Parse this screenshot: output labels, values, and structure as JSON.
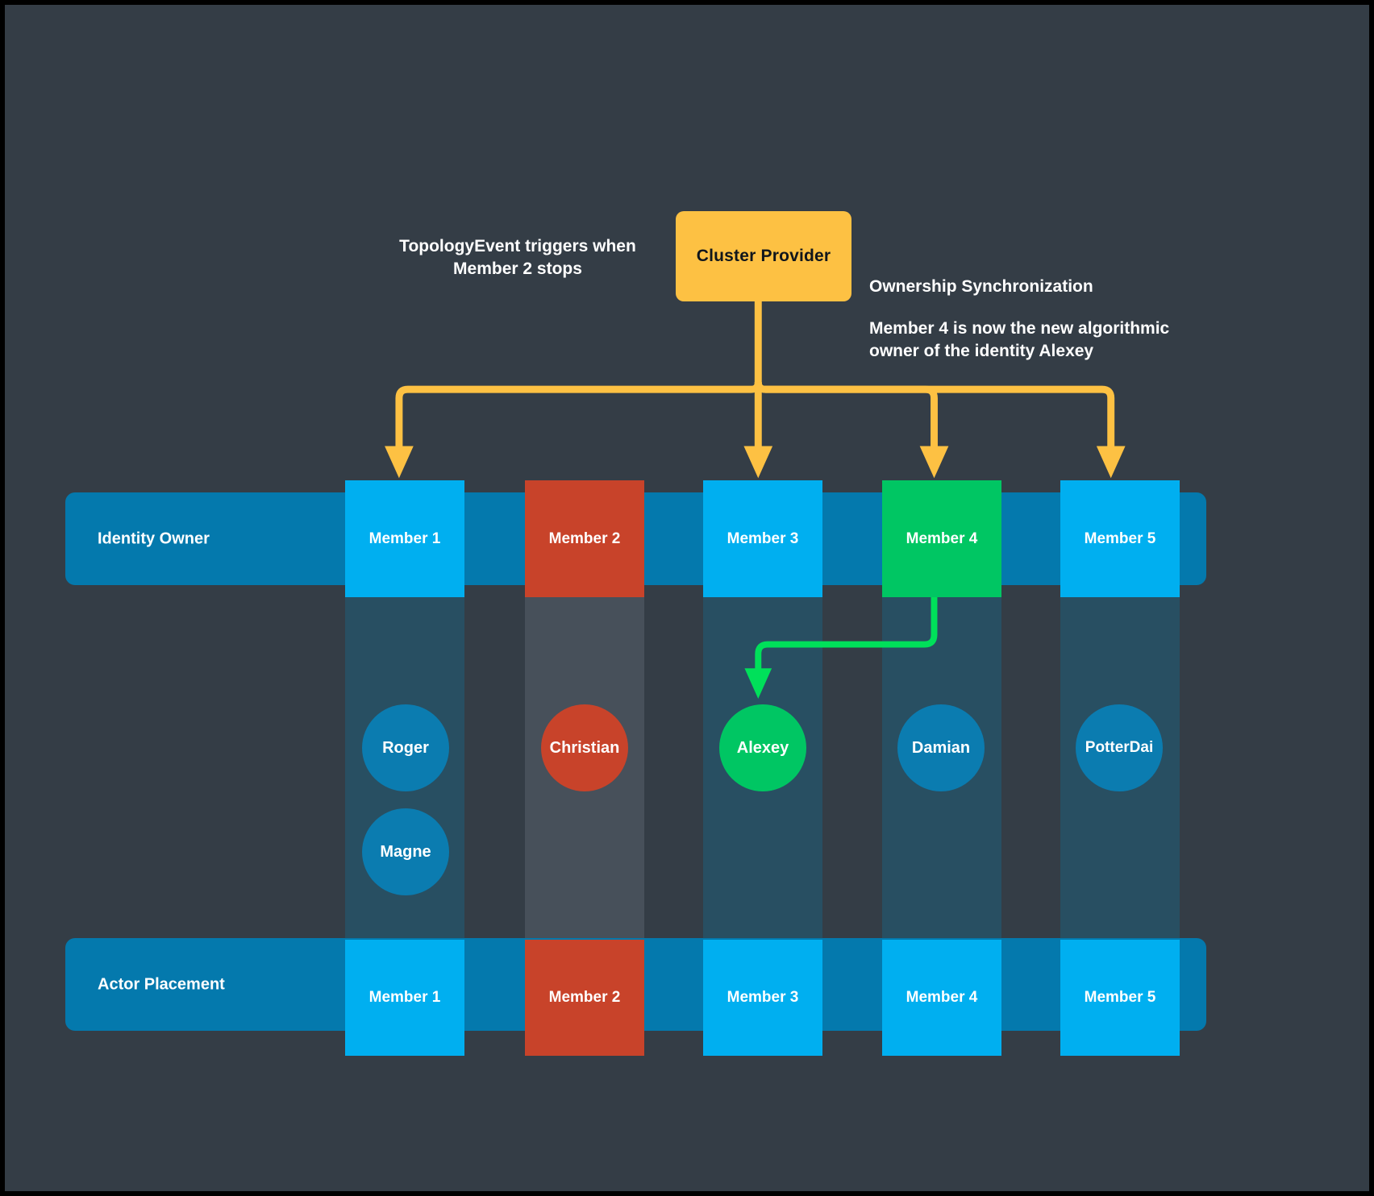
{
  "diagram": {
    "background_color": "#343d46",
    "cluster_provider": {
      "label": "Cluster Provider",
      "color": "#fdc143"
    },
    "annotations": {
      "left_note_line1": "TopologyEvent triggers when",
      "left_note_line2": "Member 2 stops",
      "right_title": "Ownership Synchronization",
      "right_body_line1": "Member 4 is now the new algorithmic",
      "right_body_line2": "owner of the identity Alexey"
    },
    "rows": [
      {
        "id": "identity-owner",
        "label": "Identity Owner",
        "bar_color": "#0479ad",
        "members": [
          {
            "label": "Member 1",
            "state": "active",
            "color": "#00aff0"
          },
          {
            "label": "Member 2",
            "state": "stopped",
            "color": "#c8432a"
          },
          {
            "label": "Member 3",
            "state": "active",
            "color": "#00aff0"
          },
          {
            "label": "Member 4",
            "state": "owner",
            "color": "#00c663"
          },
          {
            "label": "Member 5",
            "state": "active",
            "color": "#00aff0"
          }
        ]
      },
      {
        "id": "actor-placement",
        "label": "Actor Placement",
        "bar_color": "#0479ad",
        "members": [
          {
            "label": "Member 1",
            "state": "active",
            "color": "#00aff0"
          },
          {
            "label": "Member 2",
            "state": "stopped",
            "color": "#c8432a"
          },
          {
            "label": "Member 3",
            "state": "active",
            "color": "#00aff0"
          },
          {
            "label": "Member 4",
            "state": "active",
            "color": "#00aff0"
          },
          {
            "label": "Member 5",
            "state": "active",
            "color": "#00aff0"
          }
        ]
      }
    ],
    "actors": [
      {
        "name": "Roger",
        "column": 1,
        "color": "#0b7cb0",
        "state": "normal"
      },
      {
        "name": "Magne",
        "column": 1,
        "color": "#0b7cb0",
        "state": "normal"
      },
      {
        "name": "Christian",
        "column": 2,
        "color": "#c8432a",
        "state": "stopped"
      },
      {
        "name": "Alexey",
        "column": 3,
        "color": "#00c663",
        "state": "reassigned"
      },
      {
        "name": "Damian",
        "column": 4,
        "color": "#0b7cb0",
        "state": "normal"
      },
      {
        "name": "PotterDai",
        "column": 5,
        "color": "#0b7cb0",
        "state": "normal"
      }
    ],
    "connectors": {
      "topology_event_color": "#fdc143",
      "topology_event_targets": [
        "Member 1",
        "Member 3",
        "Member 4",
        "Member 5"
      ],
      "ownership_color": "#00c663",
      "ownership_from": "Member 4",
      "ownership_to": "Alexey"
    }
  }
}
